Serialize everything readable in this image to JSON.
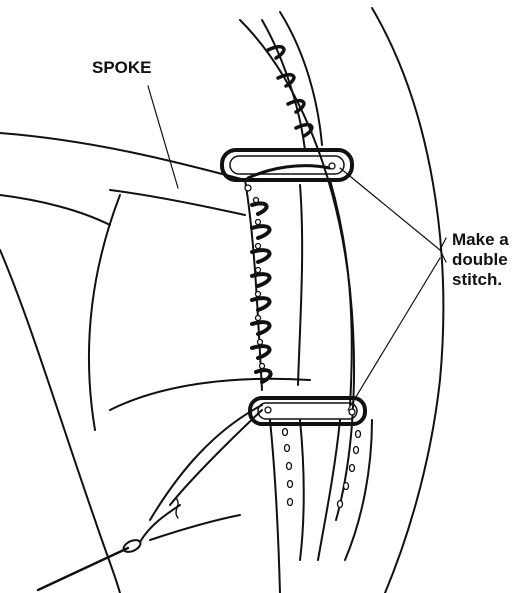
{
  "labels": {
    "spoke": "SPOKE",
    "instruction_lines": [
      "Make a",
      "double",
      "stitch."
    ]
  },
  "colors": {
    "ink": "#111111",
    "paper": "#ffffff"
  }
}
